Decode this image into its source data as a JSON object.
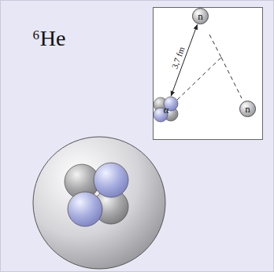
{
  "diagram": {
    "nodes": [
      {
        "text": [
          "n"
        ]
      },
      {
        "text": [
          "n"
        ]
      },
      {
        "text": [
          "α"
        ]
      }
    ],
    "edges": [
      {
        "from": 0,
        "to": 2,
        "arrow": "both",
        "label": "3,7 fm"
      }
    ],
    "labels": [
      "⁶He"
    ]
  }
}
